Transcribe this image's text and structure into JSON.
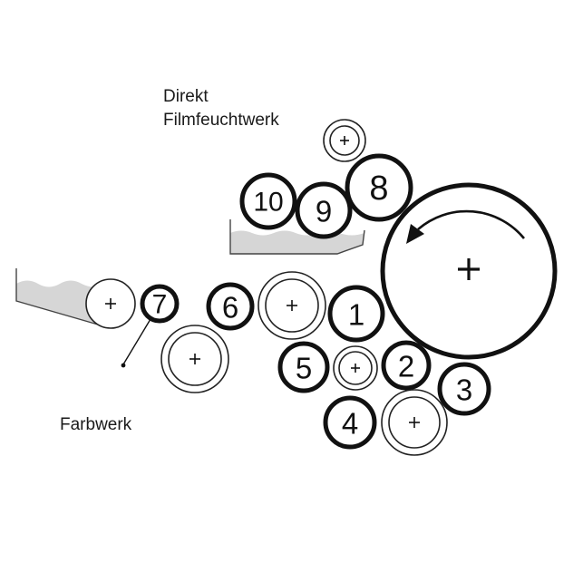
{
  "labels": {
    "dampening_line1": "Direkt",
    "dampening_line2": "Filmfeuchtwerk",
    "inking": "Farbwerk"
  },
  "rollers": {
    "r1": "1",
    "r2": "2",
    "r3": "3",
    "r4": "4",
    "r5": "5",
    "r6": "6",
    "r7": "7",
    "r8": "8",
    "r9": "9",
    "r10": "10"
  }
}
